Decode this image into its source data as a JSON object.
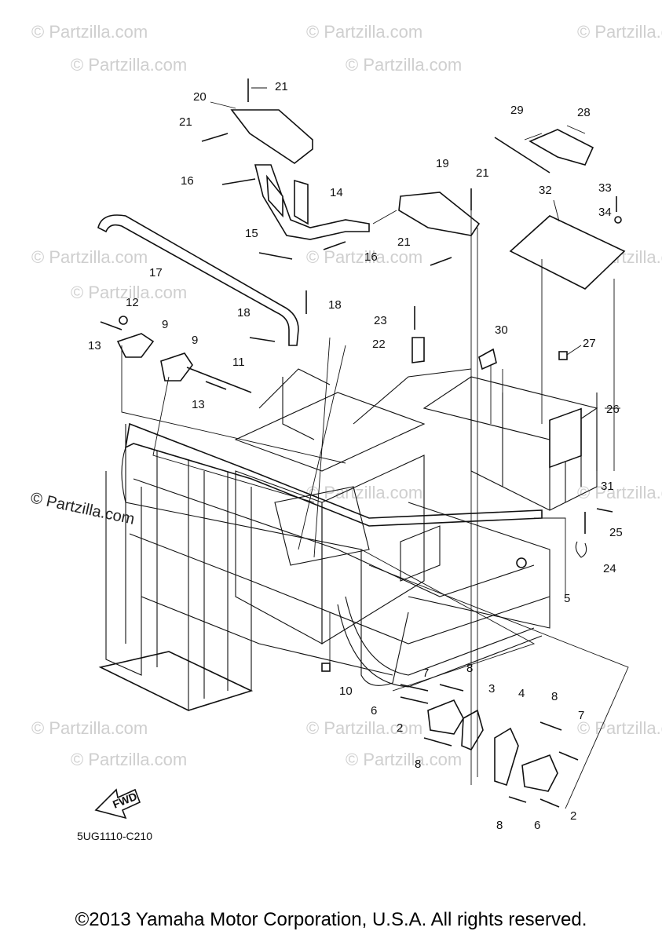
{
  "watermarks": {
    "site": "© Partzilla.com",
    "prominent": "© Partzilla.com"
  },
  "diagram_code": "5UG1110-C210",
  "fwd_label": "FWD",
  "copyright": "©2013 Yamaha Motor Corporation, U.S.A. All rights reserved.",
  "callouts": {
    "c2a": "2",
    "c2b": "2",
    "c3": "3",
    "c4": "4",
    "c5": "5",
    "c6a": "6",
    "c6b": "6",
    "c7a": "7",
    "c7b": "7",
    "c8a": "8",
    "c8b": "8",
    "c8c": "8",
    "c8d": "8",
    "c9a": "9",
    "c9b": "9",
    "c10": "10",
    "c11": "11",
    "c12": "12",
    "c13a": "13",
    "c13b": "13",
    "c14": "14",
    "c15": "15",
    "c16a": "16",
    "c16b": "16",
    "c17": "17",
    "c18a": "18",
    "c18b": "18",
    "c19": "19",
    "c20": "20",
    "c21a": "21",
    "c21b": "21",
    "c21c": "21",
    "c21d": "21",
    "c22": "22",
    "c23": "23",
    "c24": "24",
    "c25": "25",
    "c26": "26",
    "c27": "27",
    "c28": "28",
    "c29": "29",
    "c30": "30",
    "c31": "31",
    "c32": "32",
    "c33": "33",
    "c34": "34"
  }
}
